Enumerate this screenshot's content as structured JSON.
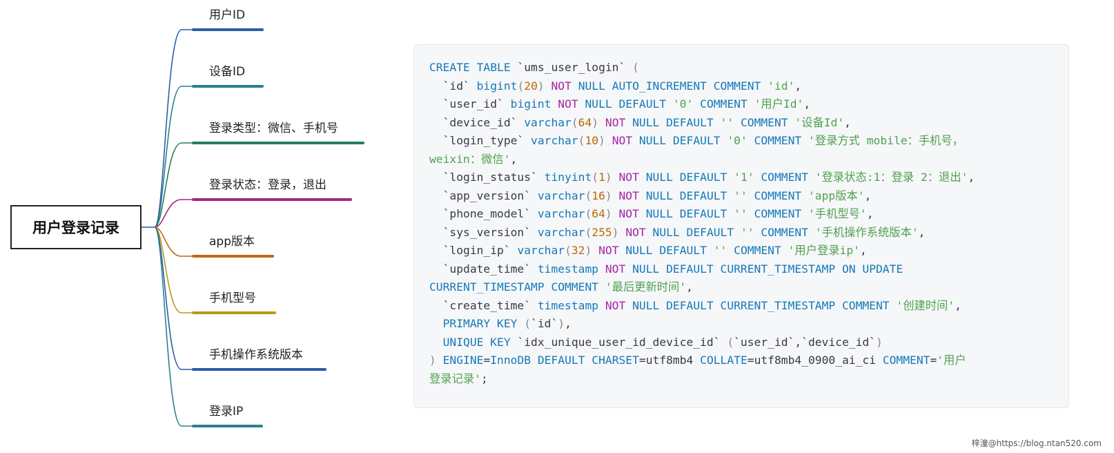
{
  "mindmap": {
    "root": "用户登录记录",
    "branches": [
      {
        "label": "用户ID",
        "color": "#2a5caa"
      },
      {
        "label": "设备ID",
        "color": "#2e7f8c"
      },
      {
        "label": "登录类型：微信、手机号",
        "color": "#22805a"
      },
      {
        "label": "登录状态：登录，退出",
        "color": "#a6287a"
      },
      {
        "label": "app版本",
        "color": "#c2661a"
      },
      {
        "label": "手机型号",
        "color": "#b59a14"
      },
      {
        "label": "手机操作系统版本",
        "color": "#2a5caa"
      },
      {
        "label": "登录IP",
        "color": "#2e7f8c"
      }
    ]
  },
  "code": {
    "lines": [
      [
        [
          "kw",
          "CREATE TABLE "
        ],
        [
          "plain",
          "`ums_user_login` "
        ],
        [
          "punct",
          "("
        ]
      ],
      [
        [
          "plain",
          "  `id` "
        ],
        [
          "kw",
          "bigint"
        ],
        [
          "punct",
          "("
        ],
        [
          "num",
          "20"
        ],
        [
          "punct",
          ") "
        ],
        [
          "nn",
          "NOT "
        ],
        [
          "kw",
          "NULL AUTO_INCREMENT COMMENT "
        ],
        [
          "str",
          "'id'"
        ],
        [
          "plain",
          ","
        ]
      ],
      [
        [
          "plain",
          "  `user_id` "
        ],
        [
          "kw",
          "bigint "
        ],
        [
          "nn",
          "NOT "
        ],
        [
          "kw",
          "NULL DEFAULT "
        ],
        [
          "str",
          "'0' "
        ],
        [
          "kw",
          "COMMENT "
        ],
        [
          "str",
          "'用户Id'"
        ],
        [
          "plain",
          ","
        ]
      ],
      [
        [
          "plain",
          "  `device_id` "
        ],
        [
          "kw",
          "varchar"
        ],
        [
          "punct",
          "("
        ],
        [
          "num",
          "64"
        ],
        [
          "punct",
          ") "
        ],
        [
          "nn",
          "NOT "
        ],
        [
          "kw",
          "NULL DEFAULT "
        ],
        [
          "str",
          "'' "
        ],
        [
          "kw",
          "COMMENT "
        ],
        [
          "str",
          "'设备Id'"
        ],
        [
          "plain",
          ","
        ]
      ],
      [
        [
          "plain",
          "  `login_type` "
        ],
        [
          "kw",
          "varchar"
        ],
        [
          "punct",
          "("
        ],
        [
          "num",
          "10"
        ],
        [
          "punct",
          ") "
        ],
        [
          "nn",
          "NOT "
        ],
        [
          "kw",
          "NULL DEFAULT "
        ],
        [
          "str",
          "'0' "
        ],
        [
          "kw",
          "COMMENT "
        ],
        [
          "str",
          "'登录方式 mobile：手机号，"
        ]
      ],
      [
        [
          "str",
          "weixin：微信'"
        ],
        [
          "plain",
          ","
        ]
      ],
      [
        [
          "plain",
          "  `login_status` "
        ],
        [
          "kw",
          "tinyint"
        ],
        [
          "punct",
          "("
        ],
        [
          "num",
          "1"
        ],
        [
          "punct",
          ") "
        ],
        [
          "nn",
          "NOT "
        ],
        [
          "kw",
          "NULL DEFAULT "
        ],
        [
          "str",
          "'1' "
        ],
        [
          "kw",
          "COMMENT "
        ],
        [
          "str",
          "'登录状态:1：登录 2：退出'"
        ],
        [
          "plain",
          ","
        ]
      ],
      [
        [
          "plain",
          "  `app_version` "
        ],
        [
          "kw",
          "varchar"
        ],
        [
          "punct",
          "("
        ],
        [
          "num",
          "16"
        ],
        [
          "punct",
          ") "
        ],
        [
          "nn",
          "NOT "
        ],
        [
          "kw",
          "NULL DEFAULT "
        ],
        [
          "str",
          "'' "
        ],
        [
          "kw",
          "COMMENT "
        ],
        [
          "str",
          "'app版本'"
        ],
        [
          "plain",
          ","
        ]
      ],
      [
        [
          "plain",
          "  `phone_model` "
        ],
        [
          "kw",
          "varchar"
        ],
        [
          "punct",
          "("
        ],
        [
          "num",
          "64"
        ],
        [
          "punct",
          ") "
        ],
        [
          "nn",
          "NOT "
        ],
        [
          "kw",
          "NULL DEFAULT "
        ],
        [
          "str",
          "'' "
        ],
        [
          "kw",
          "COMMENT "
        ],
        [
          "str",
          "'手机型号'"
        ],
        [
          "plain",
          ","
        ]
      ],
      [
        [
          "plain",
          "  `sys_version` "
        ],
        [
          "kw",
          "varchar"
        ],
        [
          "punct",
          "("
        ],
        [
          "num",
          "255"
        ],
        [
          "punct",
          ") "
        ],
        [
          "nn",
          "NOT "
        ],
        [
          "kw",
          "NULL DEFAULT "
        ],
        [
          "str",
          "'' "
        ],
        [
          "kw",
          "COMMENT "
        ],
        [
          "str",
          "'手机操作系统版本'"
        ],
        [
          "plain",
          ","
        ]
      ],
      [
        [
          "plain",
          "  `login_ip` "
        ],
        [
          "kw",
          "varchar"
        ],
        [
          "punct",
          "("
        ],
        [
          "num",
          "32"
        ],
        [
          "punct",
          ") "
        ],
        [
          "nn",
          "NOT "
        ],
        [
          "kw",
          "NULL DEFAULT "
        ],
        [
          "str",
          "'' "
        ],
        [
          "kw",
          "COMMENT "
        ],
        [
          "str",
          "'用户登录ip'"
        ],
        [
          "plain",
          ","
        ]
      ],
      [
        [
          "plain",
          "  `update_time` "
        ],
        [
          "kw",
          "timestamp "
        ],
        [
          "nn",
          "NOT "
        ],
        [
          "kw",
          "NULL DEFAULT CURRENT_TIMESTAMP ON UPDATE"
        ]
      ],
      [
        [
          "kw",
          "CURRENT_TIMESTAMP COMMENT "
        ],
        [
          "str",
          "'最后更新时间'"
        ],
        [
          "plain",
          ","
        ]
      ],
      [
        [
          "plain",
          "  `create_time` "
        ],
        [
          "kw",
          "timestamp "
        ],
        [
          "nn",
          "NOT "
        ],
        [
          "kw",
          "NULL DEFAULT CURRENT_TIMESTAMP COMMENT "
        ],
        [
          "str",
          "'创建时间'"
        ],
        [
          "plain",
          ","
        ]
      ],
      [
        [
          "kw",
          "  PRIMARY KEY "
        ],
        [
          "punct",
          "("
        ],
        [
          "plain",
          "`id`"
        ],
        [
          "punct",
          ")"
        ],
        [
          "plain",
          ","
        ]
      ],
      [
        [
          "kw",
          "  UNIQUE KEY "
        ],
        [
          "plain",
          "`idx_unique_user_id_device_id` "
        ],
        [
          "punct",
          "("
        ],
        [
          "plain",
          "`user_id`,`device_id`"
        ],
        [
          "punct",
          ")"
        ]
      ],
      [
        [
          "punct",
          ") "
        ],
        [
          "kw",
          "ENGINE"
        ],
        [
          "plain",
          "="
        ],
        [
          "kw",
          "InnoDB DEFAULT CHARSET"
        ],
        [
          "plain",
          "=utf8mb4 "
        ],
        [
          "kw",
          "COLLATE"
        ],
        [
          "plain",
          "=utf8mb4_0900_ai_ci "
        ],
        [
          "kw",
          "COMMENT"
        ],
        [
          "plain",
          "="
        ],
        [
          "str",
          "'用户"
        ]
      ],
      [
        [
          "str",
          "登录记录'"
        ],
        [
          "plain",
          ";"
        ]
      ]
    ]
  },
  "watermark": "梓潼@https://blog.ntan520.com"
}
